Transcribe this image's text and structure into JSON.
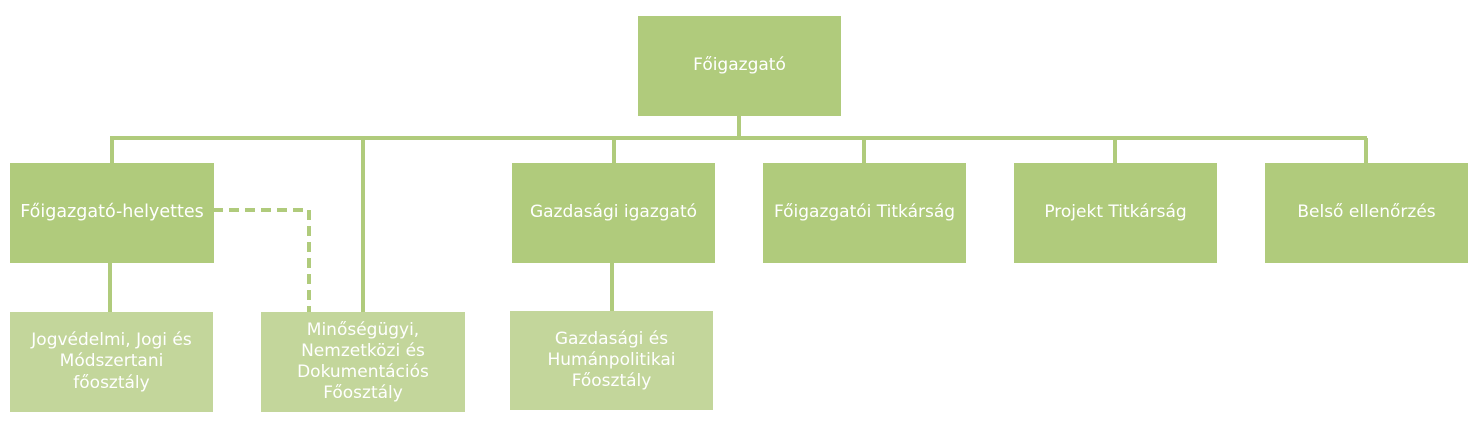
{
  "colors": {
    "node_primary": "#b0cb7c",
    "node_secondary": "#c3d69b",
    "connector": "#b0cb7c",
    "text": "#ffffff"
  },
  "root": {
    "label": "Főigazgató"
  },
  "level2": [
    {
      "label": "Főigazgató-helyettes"
    },
    {
      "label": "Gazdasági igazgató"
    },
    {
      "label": "Főigazgatói Titkárság"
    },
    {
      "label": "Projekt Titkárság"
    },
    {
      "label": "Belső ellenőrzés"
    }
  ],
  "level3": [
    {
      "label": "Jogvédelmi, Jogi és Módszertani főosztály"
    },
    {
      "label": "Minőségügyi, Nemzetközi és Dokumentációs Főosztály"
    },
    {
      "label": "Gazdasági és Humánpolitikai Főosztály"
    }
  ]
}
